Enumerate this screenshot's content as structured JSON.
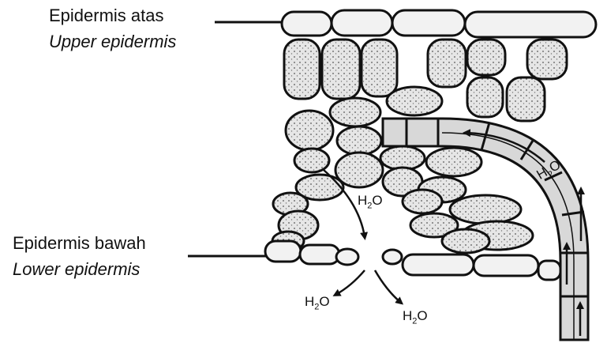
{
  "labels": {
    "upper": {
      "title": "Epidermis atas",
      "subtitle": "Upper epidermis"
    },
    "lower": {
      "title": "Epidermis bawah",
      "subtitle": "Lower epidermis"
    }
  },
  "water": {
    "prefix": "H",
    "subscript": "2",
    "suffix": "O"
  },
  "colors": {
    "ink": "#111111",
    "cell_fill": "#e9e9e9",
    "vessel_fill": "#d6d6d6",
    "epidermis_fill": "#f4f4f4"
  }
}
